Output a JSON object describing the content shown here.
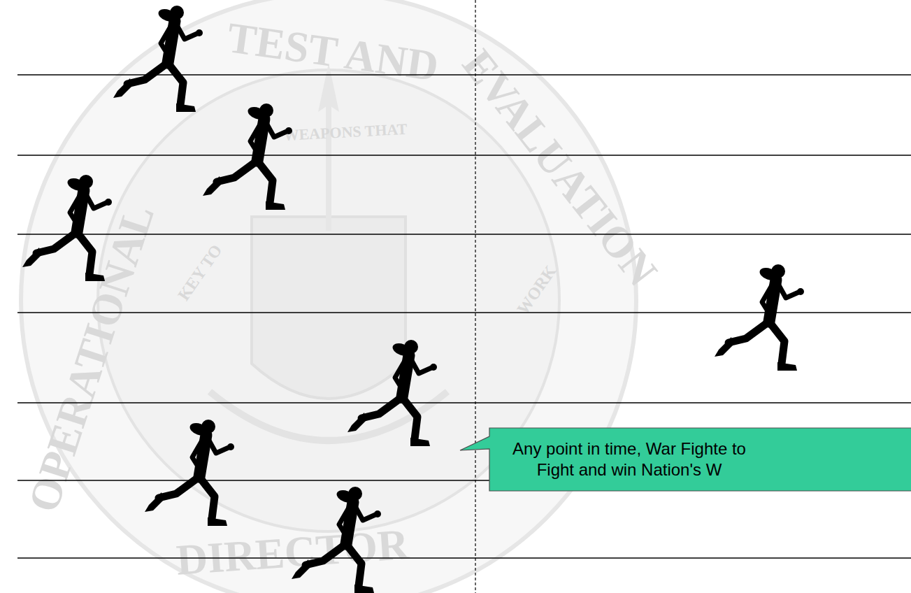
{
  "diagram": {
    "nodes": [
      {
        "text": [
          "Any point in time, War Fighte to Fight and win Nation's W"
        ]
      }
    ],
    "labels": [
      "TEST AND",
      "EVALUATION",
      "OPERATIONAL",
      "DIRECTOR",
      "WEAPONS THAT",
      "KEY TO",
      "WORK"
    ]
  }
}
